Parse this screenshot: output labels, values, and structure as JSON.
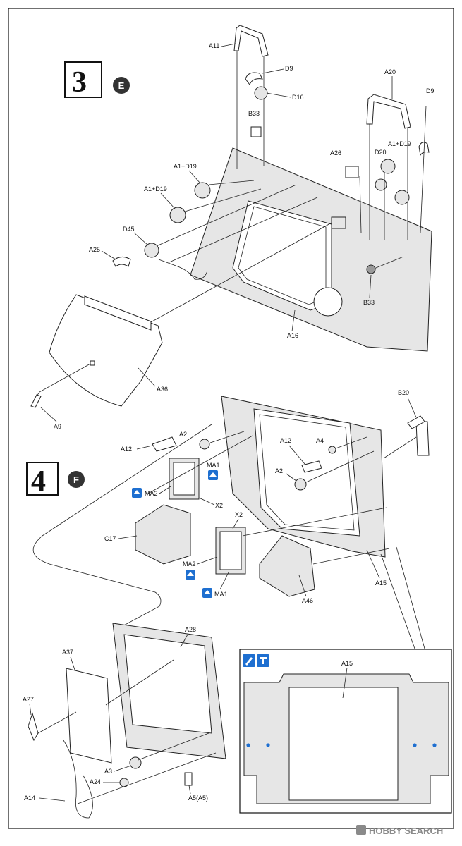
{
  "steps": [
    {
      "number": "3",
      "sub": "E"
    },
    {
      "number": "4",
      "sub": "F"
    }
  ],
  "labels": {
    "a11": "A11",
    "d9_a": "D9",
    "d16": "D16",
    "b33_a": "B33",
    "a20": "A20",
    "d9_b": "D9",
    "a1d19_a": "A1+D19",
    "a1d19_b": "A1+D19",
    "a1d19_c": "A1+D19",
    "d20": "D20",
    "a26": "A26",
    "d45": "D45",
    "a25": "A25",
    "b33_b": "B33",
    "a16": "A16",
    "a36": "A36",
    "a9": "A9",
    "b20": "B20",
    "a2_a": "A2",
    "a12_a": "A12",
    "a12_b": "A12",
    "a4": "A4",
    "a2_b": "A2",
    "ma1_a": "MA1",
    "ma2_a": "MA2",
    "x2_a": "X2",
    "c17": "C17",
    "x2_b": "X2",
    "ma2_b": "MA2",
    "ma1_b": "MA1",
    "a15_a": "A15",
    "a46": "A46",
    "a28": "A28",
    "a37": "A37",
    "a27": "A27",
    "a3": "A3",
    "a24": "A24",
    "a5": "A5(A5)",
    "a14": "A14",
    "a15_b": "A15"
  },
  "watermark": {
    "brand": "HOBBY SEARCH",
    "brand_color": "#8a8a8a"
  },
  "icons": {
    "tool_icon": "brush-paint-icon",
    "action_icon": "clamp-tool-icon",
    "accent_color": "#1e6fd0"
  }
}
